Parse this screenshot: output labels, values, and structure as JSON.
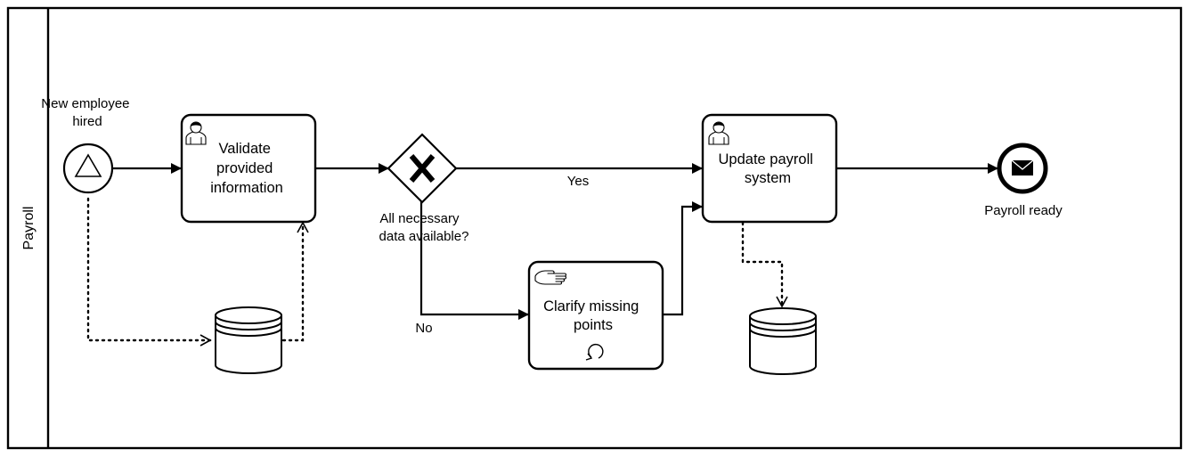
{
  "pool": {
    "label": "Payroll"
  },
  "start_event": {
    "label_lines": [
      "New employee",
      "hired"
    ],
    "icon": "triangle-signal-icon"
  },
  "tasks": {
    "validate": {
      "lines": [
        "Validate",
        "provided",
        "information"
      ],
      "type_icon": "user-icon"
    },
    "update": {
      "lines": [
        "Update payroll",
        "system"
      ],
      "type_icon": "user-icon"
    },
    "clarify": {
      "lines": [
        "Clarify missing",
        "points"
      ],
      "type_icon": "hand-icon",
      "marker_icon": "loop-icon"
    }
  },
  "gateway": {
    "label_lines": [
      "All necessary",
      "data available?"
    ],
    "icon": "x-icon"
  },
  "flows": {
    "yes_label": "Yes",
    "no_label": "No"
  },
  "end_event": {
    "label": "Payroll ready",
    "icon": "envelope-icon"
  },
  "data_stores": {
    "icon": "database-icon"
  }
}
